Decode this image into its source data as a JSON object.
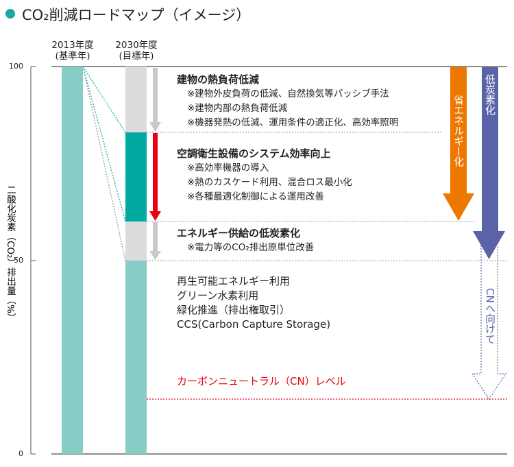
{
  "title": "CO₂削減ロードマップ（イメージ）",
  "colors": {
    "accent": "#1aa9a0",
    "bar_base": "#88ccc6",
    "gray": "#dcdcdc",
    "teal": "#00aaa0",
    "red": "#e60012",
    "orange": "#ee7700",
    "blue": "#5b63a8"
  },
  "columns": [
    {
      "year": "2013年度",
      "note": "(基準年)"
    },
    {
      "year": "2030年度",
      "note": "(目標年)"
    }
  ],
  "y_axis": {
    "label": "二酸化炭素（CO₂）排出量（%）",
    "ticks": [
      "100",
      "50",
      "0"
    ]
  },
  "sections": [
    {
      "heading": "建物の熱負荷低減",
      "items": [
        "※建物外皮負荷の低減、自然換気等パッシブ手法",
        "※建物内部の熱負荷低減",
        "※機器発熱の低減、運用条件の適正化、高効率照明"
      ]
    },
    {
      "heading": "空調衛生設備のシステム効率向上",
      "items": [
        "※高効率機器の導入",
        "※熱のカスケード利用、混合ロス最小化",
        "※各種最適化制御による運用改善"
      ]
    },
    {
      "heading": "エネルギー供給の低炭素化",
      "items": [
        "※電力等のCO₂排出原単位改善"
      ]
    },
    {
      "heading": "",
      "items": [
        "再生可能エネルギー利用",
        "グリーン水素利用",
        "緑化推進（排出権取引）",
        "CCS(Carbon Capture Storage)"
      ]
    }
  ],
  "cn_level": "カーボンニュートラル（CN）レベル",
  "arrows": {
    "energy_saving": "省エネルギー化",
    "low_carbon": "低炭素化",
    "toward_cn": "CNへ向けて"
  }
}
